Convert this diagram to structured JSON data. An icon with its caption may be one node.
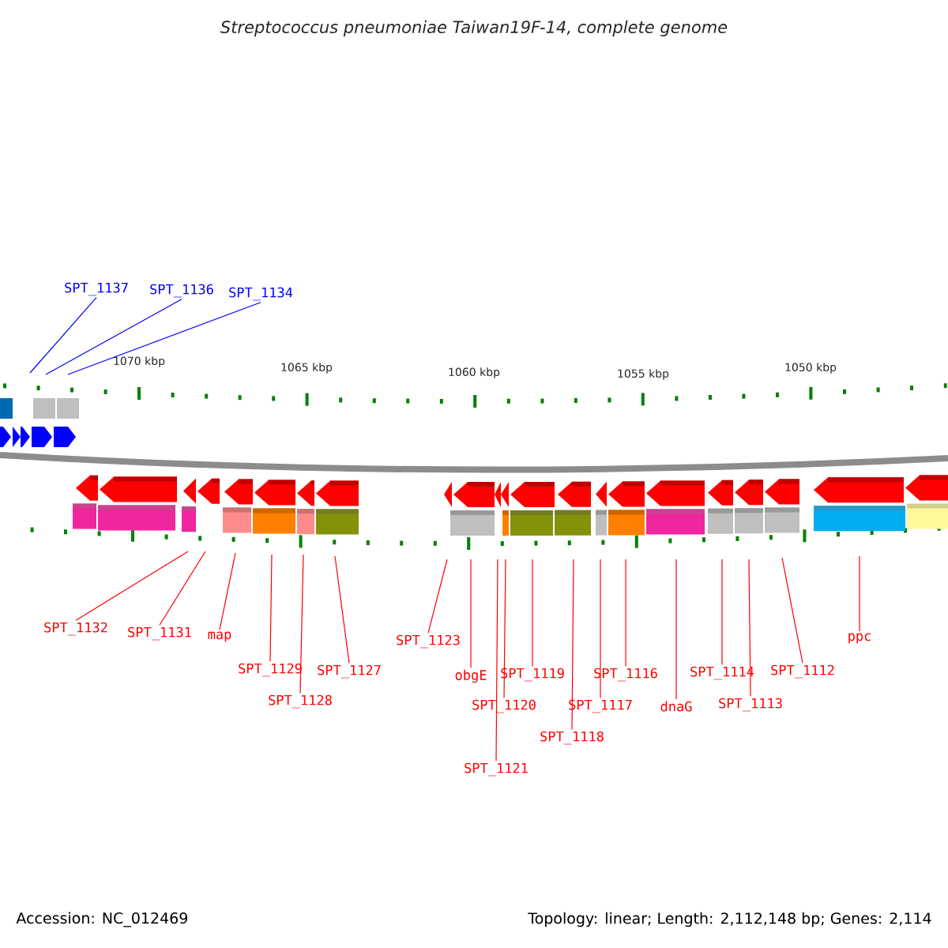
{
  "diagram": {
    "title": "Streptococcus pneumoniae Taiwan19F-14, complete genome",
    "nodes": [
      {
        "text": [
          "SPT_1137"
        ]
      },
      {
        "text": [
          "SPT_1136"
        ]
      },
      {
        "text": [
          "SPT_1134"
        ]
      },
      {
        "text": [
          "SPT_1132"
        ]
      },
      {
        "text": [
          "SPT_1131"
        ]
      },
      {
        "text": [
          "map"
        ]
      },
      {
        "text": [
          "SPT_1129"
        ]
      },
      {
        "text": [
          "SPT_1128"
        ]
      },
      {
        "text": [
          "SPT_1127"
        ]
      },
      {
        "text": [
          "SPT_1123"
        ]
      },
      {
        "text": [
          "obgE"
        ]
      },
      {
        "text": [
          "SPT_1121"
        ]
      },
      {
        "text": [
          "SPT_1120"
        ]
      },
      {
        "text": [
          "SPT_1119"
        ]
      },
      {
        "text": [
          "SPT_1118"
        ]
      },
      {
        "text": [
          "SPT_1117"
        ]
      },
      {
        "text": [
          "SPT_1116"
        ]
      },
      {
        "text": [
          "dnaG"
        ]
      },
      {
        "text": [
          "SPT_1114"
        ]
      },
      {
        "text": [
          "SPT_1113"
        ]
      },
      {
        "text": [
          "SPT_1112"
        ]
      },
      {
        "text": [
          "ppc"
        ]
      }
    ],
    "edges": [
      {
        "from": 0,
        "to": null,
        "arrow": "none",
        "color": "#0000ff"
      },
      {
        "from": 1,
        "to": null,
        "arrow": "none",
        "color": "#0000ff"
      },
      {
        "from": 2,
        "to": null,
        "arrow": "none",
        "color": "#0000ff"
      },
      {
        "from": 3,
        "to": null,
        "arrow": "none"
      },
      {
        "from": 4,
        "to": null,
        "arrow": "none"
      },
      {
        "from": 5,
        "to": null,
        "arrow": "none"
      },
      {
        "from": 6,
        "to": null,
        "arrow": "none"
      },
      {
        "from": 7,
        "to": null,
        "arrow": "none"
      },
      {
        "from": 8,
        "to": null,
        "arrow": "none"
      },
      {
        "from": 9,
        "to": null,
        "arrow": "none"
      },
      {
        "from": 10,
        "to": null,
        "arrow": "none"
      },
      {
        "from": 11,
        "to": null,
        "arrow": "none"
      },
      {
        "from": 12,
        "to": null,
        "arrow": "none"
      },
      {
        "from": 13,
        "to": null,
        "arrow": "none"
      },
      {
        "from": 14,
        "to": null,
        "arrow": "none"
      },
      {
        "from": 15,
        "to": null,
        "arrow": "none"
      },
      {
        "from": 16,
        "to": null,
        "arrow": "none"
      },
      {
        "from": 17,
        "to": null,
        "arrow": "none"
      },
      {
        "from": 18,
        "to": null,
        "arrow": "none"
      },
      {
        "from": 19,
        "to": null,
        "arrow": "none"
      },
      {
        "from": 20,
        "to": null,
        "arrow": "none"
      },
      {
        "from": 21,
        "to": null,
        "arrow": "none"
      }
    ],
    "labels": [
      "1070 kbp",
      "1065 kbp",
      "1060 kbp",
      "1055 kbp",
      "1050 kbp",
      "Accession: NC_012469",
      "Topology: linear; Length: 2,112,148 bp; Genes: 2,114"
    ]
  }
}
